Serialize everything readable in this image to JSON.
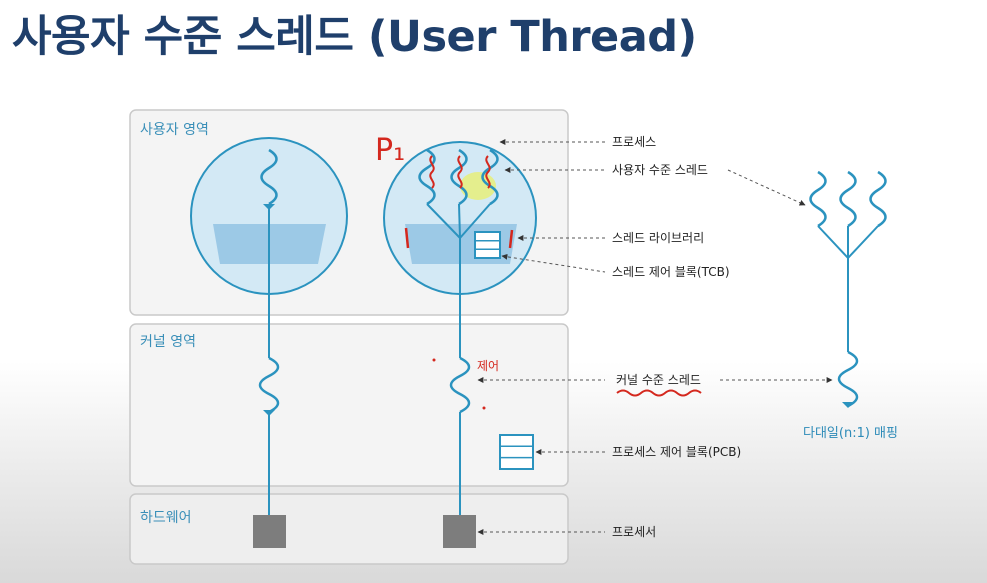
{
  "slide": {
    "title": "사용자 수준 스레드 (User Thread)"
  },
  "regions": {
    "user": "사용자 영역",
    "kernel": "커널 영역",
    "hardware": "하드웨어"
  },
  "callouts": {
    "process": "프로세스",
    "user_thread": "사용자 수준 스레드",
    "thread_library": "스레드 라이브러리",
    "tcb": "스레드 제어 블록(TCB)",
    "kernel_thread": "커널 수준 스레드",
    "pcb": "프로세스 제어 블록(PCB)",
    "processor": "프로세서"
  },
  "mapping": {
    "label": "다대일(n:1) 매핑"
  },
  "annotations": {
    "p1": "P₁",
    "kernel_note": "제어"
  },
  "colors": {
    "title": "#1f3f6b",
    "line": "#2b93bf",
    "circle_fill": "#d3e9f5",
    "panel_fill": "#f4f4f4",
    "panel_border": "#c9c9c9",
    "library_fill": "#8fc0e2",
    "processor_fill": "#7d7d7d",
    "annotation": "#d4281e",
    "highlight": "#e9ef6a"
  }
}
